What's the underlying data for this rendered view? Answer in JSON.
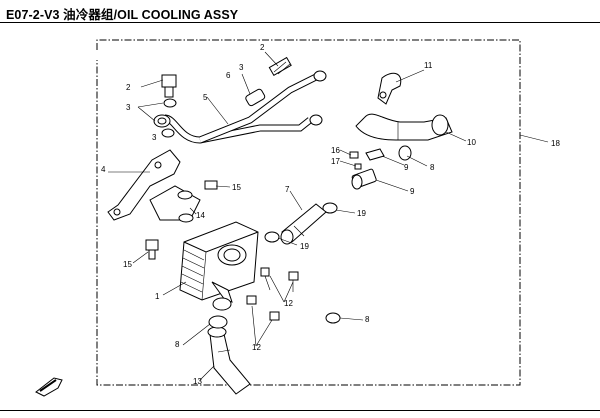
{
  "header": {
    "title": "E07-2-V3 油冷器组/OIL COOLING ASSY"
  },
  "callouts": {
    "c1": "1",
    "c2a": "2",
    "c2b": "2",
    "c3a": "3",
    "c3b": "3",
    "c3c": "3",
    "c4": "4",
    "c5": "5",
    "c6": "6",
    "c7": "7",
    "c8a": "8",
    "c8b": "8",
    "c8c": "8",
    "c9a": "9",
    "c9b": "9",
    "c10": "10",
    "c11": "11",
    "c12a": "12",
    "c12b": "12",
    "c13": "13",
    "c14": "14",
    "c15a": "15",
    "c15b": "15",
    "c16": "16",
    "c17": "17",
    "c18": "18",
    "c19a": "19",
    "c19b": "19"
  }
}
